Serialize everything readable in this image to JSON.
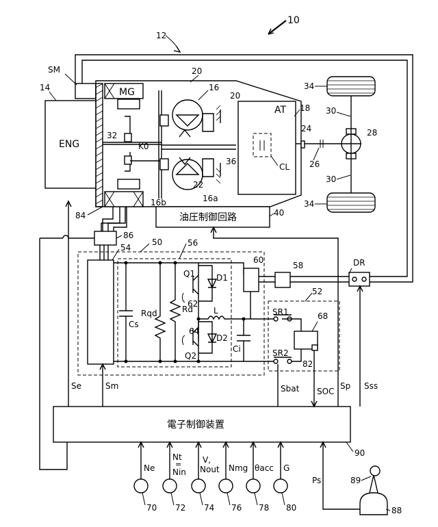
{
  "refs": {
    "r10": "10",
    "r12": "12",
    "r14": "14",
    "r16": "16",
    "r16a": "16a",
    "r16b": "16b",
    "r18": "18",
    "r20a": "20",
    "r20b": "20",
    "r22": "22",
    "r24": "24",
    "r26": "26",
    "r28": "28",
    "r30a": "30",
    "r30b": "30",
    "r32": "32",
    "r34a": "34",
    "r34b": "34",
    "r36": "36",
    "r40": "40",
    "r50": "50",
    "r52": "52",
    "r54": "54",
    "r56": "56",
    "r58": "58",
    "r60": "60",
    "r62": "62",
    "r64": "64",
    "r68": "68",
    "r82": "82",
    "r84": "84",
    "r86": "86",
    "r88": "88",
    "r89": "89",
    "r90": "90",
    "r70": "70",
    "r72": "72",
    "r74": "74",
    "r76": "76",
    "r78": "78",
    "r80": "80"
  },
  "blocks": {
    "sm": "SM",
    "eng": "ENG",
    "mg": "MG",
    "k0": "K0",
    "at": "AT",
    "cl": "CL",
    "hydraulic": "油圧制御回路",
    "dr": "DR",
    "ecu": "電子制御装置"
  },
  "components": {
    "q1": "Q1",
    "d1": "D1",
    "q2": "Q2",
    "d2": "D2",
    "rqd": "Rqd",
    "rd": "Rd",
    "cs": "Cs",
    "ci": "Ci",
    "l": "L",
    "sr1": "SR1",
    "sr2": "SR2"
  },
  "signals": {
    "se": "Se",
    "sm": "Sm",
    "sbat": "Sbat",
    "soc": "SOC",
    "sp": "Sp",
    "sss": "Sss",
    "ne": "Ne",
    "nt": "Nt",
    "eq": "=",
    "nin": "Nin",
    "v": "V,",
    "nout": "Nout",
    "nmg": "Nmg",
    "theta": "θacc",
    "g": "G",
    "ps": "Ps"
  }
}
